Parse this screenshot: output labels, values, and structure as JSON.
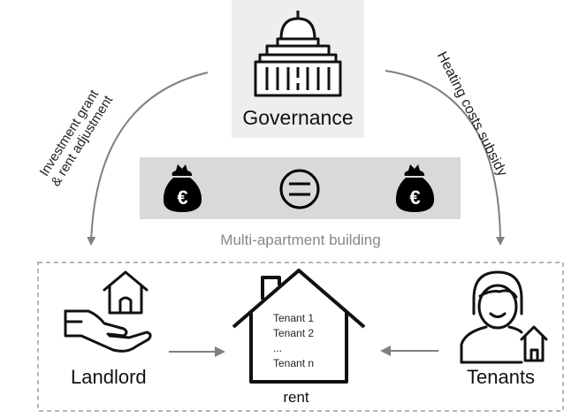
{
  "governance": {
    "label": "Governance",
    "icon": "capitol-building-icon"
  },
  "flows": {
    "left_line1": "Investment grant",
    "left_line2": "& rent adjustment",
    "right": "Heating costs subsidy"
  },
  "balance": {
    "left_icon": "euro-money-bag-icon",
    "center_icon": "equals-icon",
    "right_icon": "euro-money-bag-icon"
  },
  "building": {
    "label": "Multi-apartment building"
  },
  "landlord": {
    "label": "Landlord",
    "icon": "hand-holding-house-icon"
  },
  "tenants": {
    "label": "Tenants",
    "icon": "person-with-house-icon"
  },
  "house": {
    "tenant_list": [
      "Tenant 1",
      "Tenant 2",
      "...",
      "Tenant n"
    ],
    "rent_label": "rent",
    "icon": "house-outline-icon"
  },
  "colors": {
    "panel_gray": "#eeeeee",
    "band_gray": "#d9d9d9",
    "arrow_gray": "#808080",
    "muted_text": "#888888"
  }
}
